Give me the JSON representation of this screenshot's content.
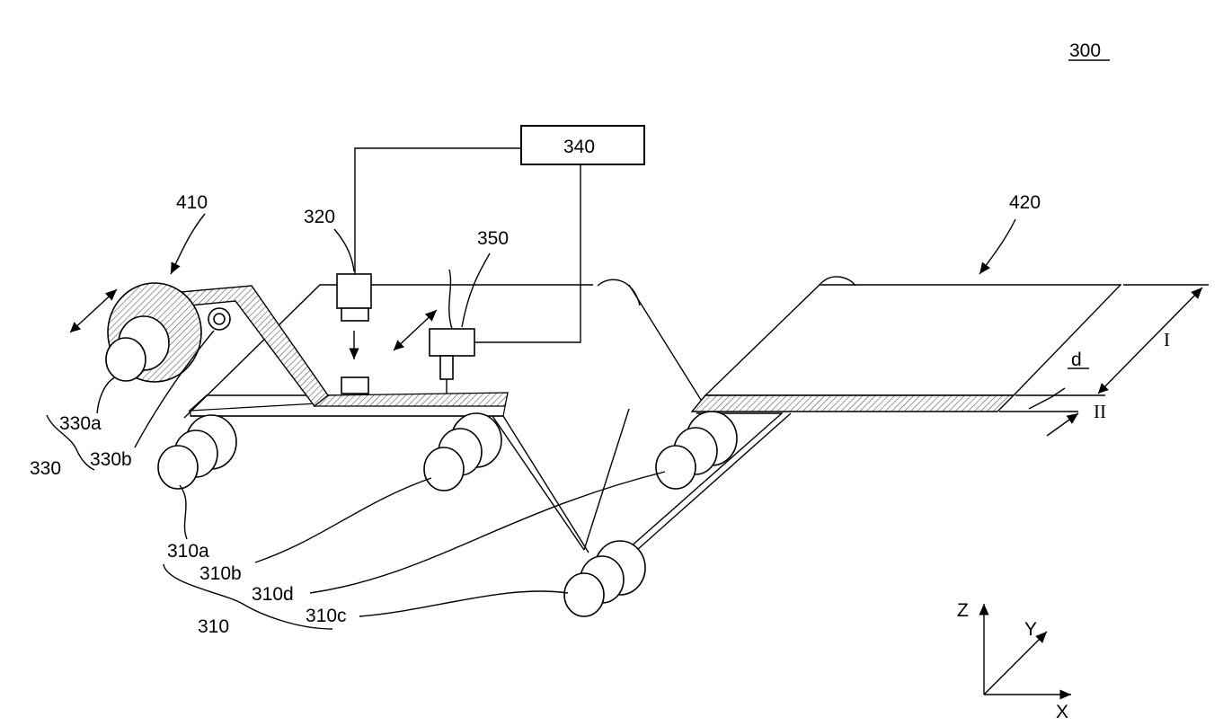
{
  "figure": {
    "figure_number": "300",
    "controller_label": "340",
    "camera_label": "320",
    "cutter_label": "350",
    "supply_roll_group_label": "410",
    "output_group_label": "420",
    "roller_set": {
      "group": "310",
      "a": "310a",
      "b": "310b",
      "c": "310c",
      "d": "310d"
    },
    "unwinder": {
      "group": "330",
      "a": "330a",
      "b": "330b"
    },
    "dimensions": {
      "first": "I",
      "second": "II",
      "gap": "d"
    },
    "axes": {
      "x": "X",
      "y": "Y",
      "z": "Z"
    }
  }
}
